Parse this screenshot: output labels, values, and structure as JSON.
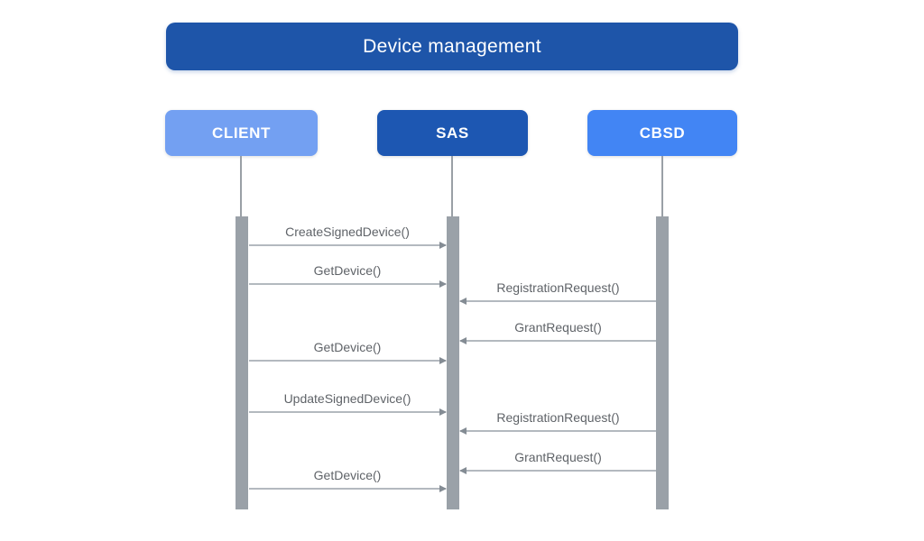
{
  "diagram": {
    "type": "sequence-diagram",
    "title": "Device management",
    "actors": [
      {
        "id": "client",
        "label": "CLIENT",
        "color": "#73a0f2"
      },
      {
        "id": "sas",
        "label": "SAS",
        "color": "#1d57b2"
      },
      {
        "id": "cbsd",
        "label": "CBSD",
        "color": "#4285f4"
      }
    ],
    "messages": [
      {
        "label": "CreateSignedDevice()",
        "from": "CLIENT",
        "to": "SAS",
        "direction": "right"
      },
      {
        "label": "GetDevice()",
        "from": "CLIENT",
        "to": "SAS",
        "direction": "right"
      },
      {
        "label": "RegistrationRequest()",
        "from": "CBSD",
        "to": "SAS",
        "direction": "left"
      },
      {
        "label": "GrantRequest()",
        "from": "CBSD",
        "to": "SAS",
        "direction": "left"
      },
      {
        "label": "GetDevice()",
        "from": "CLIENT",
        "to": "SAS",
        "direction": "right"
      },
      {
        "label": "UpdateSignedDevice()",
        "from": "CLIENT",
        "to": "SAS",
        "direction": "right"
      },
      {
        "label": "RegistrationRequest()",
        "from": "CBSD",
        "to": "SAS",
        "direction": "left"
      },
      {
        "label": "GrantRequest()",
        "from": "CBSD",
        "to": "SAS",
        "direction": "left"
      },
      {
        "label": "GetDevice()",
        "from": "CLIENT",
        "to": "SAS",
        "direction": "right"
      }
    ],
    "colors": {
      "title_bg": "#1e55a9",
      "title_text": "#ffffff",
      "actor_text": "#ffffff",
      "activation_bar": "#9aa1a8",
      "lifeline": "#9aa0a6",
      "arrow_line": "#b3b9bf",
      "arrow_head": "#848c94",
      "message_text": "#5f6368",
      "background": "#ffffff"
    }
  }
}
